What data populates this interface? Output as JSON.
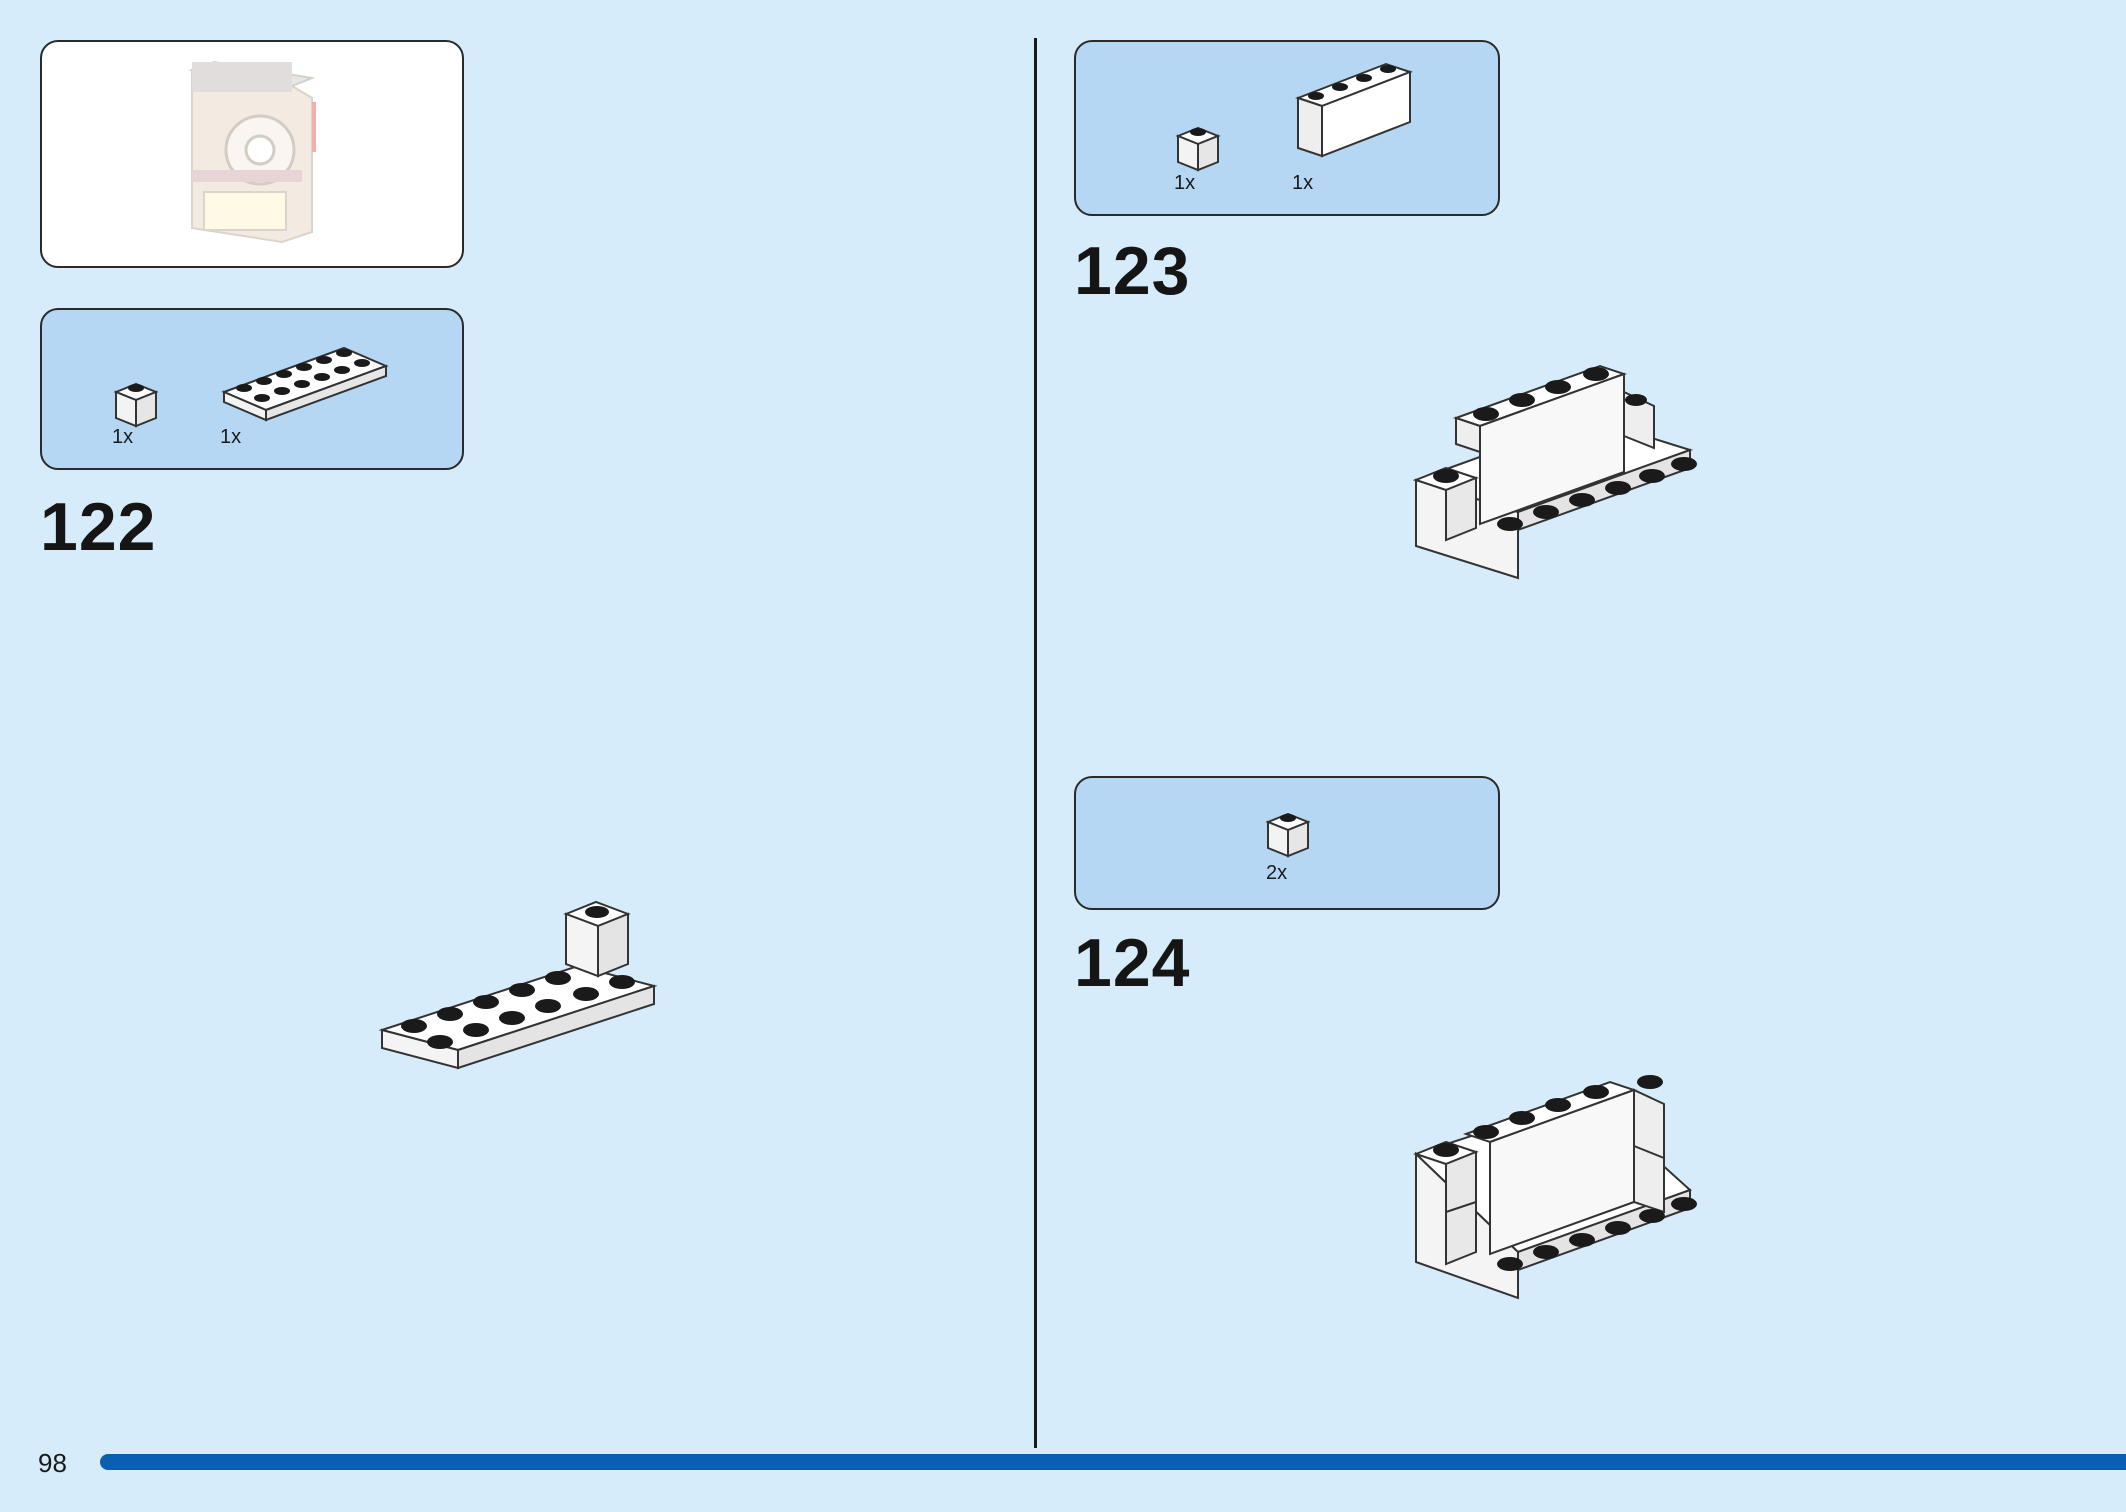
{
  "page": {
    "number": "98",
    "accent_color": "#0a5fb0",
    "background_color": "#d6ecfa",
    "panel_color": "#b5d7f4"
  },
  "left": {
    "preview": {
      "icon": "model-preview-faded"
    },
    "parts_122": [
      {
        "qty": "1x",
        "icon": "brick-1x1-white"
      },
      {
        "qty": "1x",
        "icon": "plate-2x6-white"
      }
    ],
    "step_122": "122",
    "build_122": {
      "icon": "plate-2x6-with-brick-1x1"
    }
  },
  "right": {
    "parts_123": [
      {
        "qty": "1x",
        "icon": "brick-1x1-white"
      },
      {
        "qty": "1x",
        "icon": "panel-1x4x2-white"
      }
    ],
    "step_123": "123",
    "build_123": {
      "icon": "plate-with-panel-and-brick"
    },
    "parts_124": [
      {
        "qty": "2x",
        "icon": "brick-1x1-white"
      }
    ],
    "step_124": "124",
    "build_124": {
      "icon": "plate-with-panel-and-bricks-complete"
    }
  }
}
